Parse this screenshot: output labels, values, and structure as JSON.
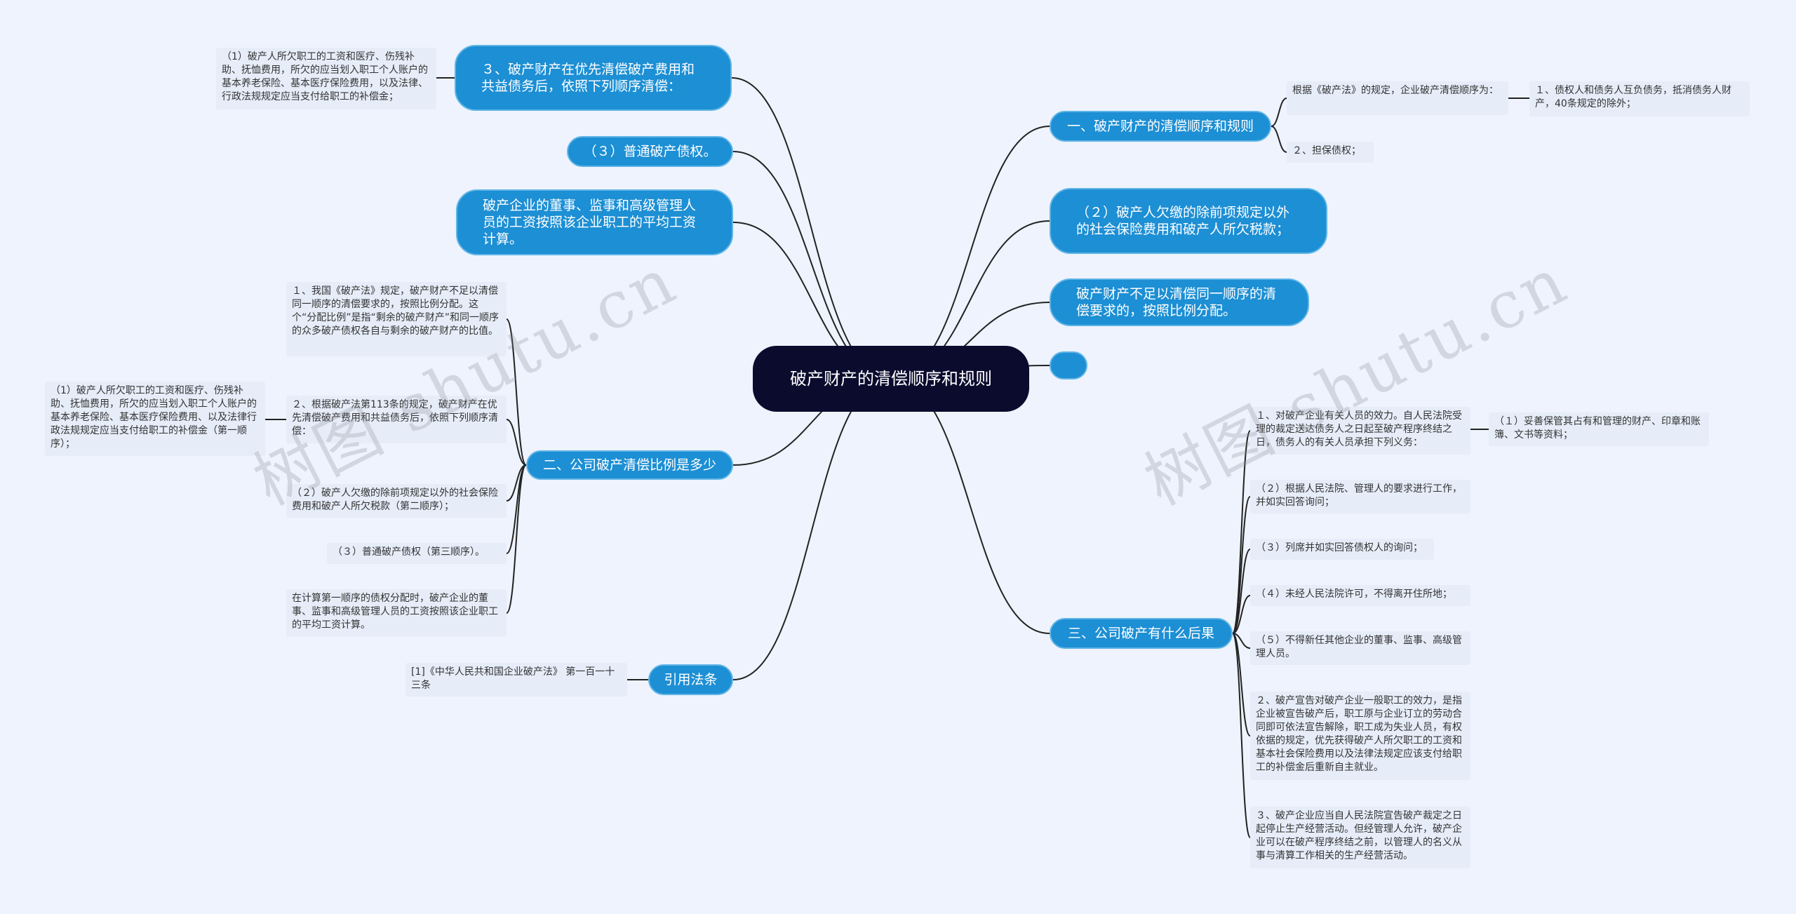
{
  "root": {
    "title": "破产财产的清偿顺序和规则"
  },
  "branches": {
    "b3_priority": "３、破产财产在优先清偿破产费用和共益债务后，依照下列顺序清偿：",
    "b3_ordinary": "（３）普通破产债权。",
    "b_directors": "破产企业的董事、监事和高级管理人员的工资按照该企业职工的平均工资计算。",
    "b_ratio": "二、公司破产清偿比例是多少",
    "b_law": "引用法条",
    "b_order": "一、破产财产的清偿顺序和规则",
    "b_second": "（２）破产人欠缴的除前项规定以外的社会保险费用和破产人所欠税款；",
    "b_insufficient": "破产财产不足以清偿同一顺序的清偿要求的，按照比例分配。",
    "b_empty": "",
    "b_consequence": "三、公司破产有什么后果"
  },
  "leaves": {
    "l_priority_1": "（1）破产人所欠职工的工资和医疗、伤残补助、抚恤费用，所欠的应当划入职工个人账户的基本养老保险、基本医疗保险费用，以及法律、行政法规规定应当支付给职工的补偿金；",
    "l_ratio_1": "１、我国《破产法》规定，破产财产不足以清偿同一顺序的清偿要求的，按照比例分配。这个“分配比例”是指“剩余的破产财产”和同一顺序的众多破产债权各自与剩余的破产财产的比值。",
    "l_ratio_2": "２、根据破产法第113条的规定，破产财产在优先清偿破产费用和共益债务后，依照下列顺序清偿：",
    "l_ratio_2_1": "（1）破产人所欠职工的工资和医疗、伤残补助、抚恤费用，所欠的应当划入职工个人账户的基本养老保险、基本医疗保险费用、以及法律行政法规规定应当支付给职工的补偿金（第一顺序）；",
    "l_ratio_3": "（２）破产人欠缴的除前项规定以外的社会保险费用和破产人所欠税款（第二顺序）；",
    "l_ratio_4": "（３）普通破产债权（第三顺序）。",
    "l_ratio_5": "在计算第一顺序的债权分配时，破产企业的董事、监事和高级管理人员的工资按照该企业职工的平均工资计算。",
    "l_law_1": "[1]《中华人民共和国企业破产法》 第一百一十三条",
    "l_order_1": "根据《破产法》的规定，企业破产清偿顺序为：",
    "l_order_1_1": "１、债权人和债务人互负债务，抵消债务人财产，40条规定的除外；",
    "l_order_2": "２、担保债权；",
    "l_cons_1": "１、对破产企业有关人员的效力。自人民法院受理的裁定送达债务人之日起至破产程序终结之日，债务人的有关人员承担下列义务：",
    "l_cons_1_1": "（１）妥善保管其占有和管理的财产、印章和账簿、文书等资料；",
    "l_cons_2": "（２）根据人民法院、管理人的要求进行工作，并如实回答询问；",
    "l_cons_3": "（３）列席并如实回答债权人的询问；",
    "l_cons_4": "（４）未经人民法院许可，不得离开住所地；",
    "l_cons_5": "（５）不得新任其他企业的董事、监事、高级管理人员。",
    "l_cons_6": "２、破产宣告对破产企业一般职工的效力，是指企业被宣告破产后，职工原与企业订立的劳动合同即可依法宣告解除，职工成为失业人员，有权依据的规定，优先获得破产人所欠职工的工资和基本社会保险费用以及法律法规定应该支付给职工的补偿金后重新自主就业。",
    "l_cons_7": "３、破产企业应当自人民法院宣告破产裁定之日起停止生产经营活动。但经管理人允许，破产企业可以在破产程序终结之前，以管理人的名义从事与清算工作相关的生产经营活动。"
  },
  "watermark": {
    "text": "树图 shutu.cn"
  },
  "colors": {
    "background": "#eef3fd",
    "root_fill": "#0b0b2e",
    "branch_fill": "#1d8fd4",
    "leaf_fill": "#e6edf9",
    "line": "#222222"
  }
}
